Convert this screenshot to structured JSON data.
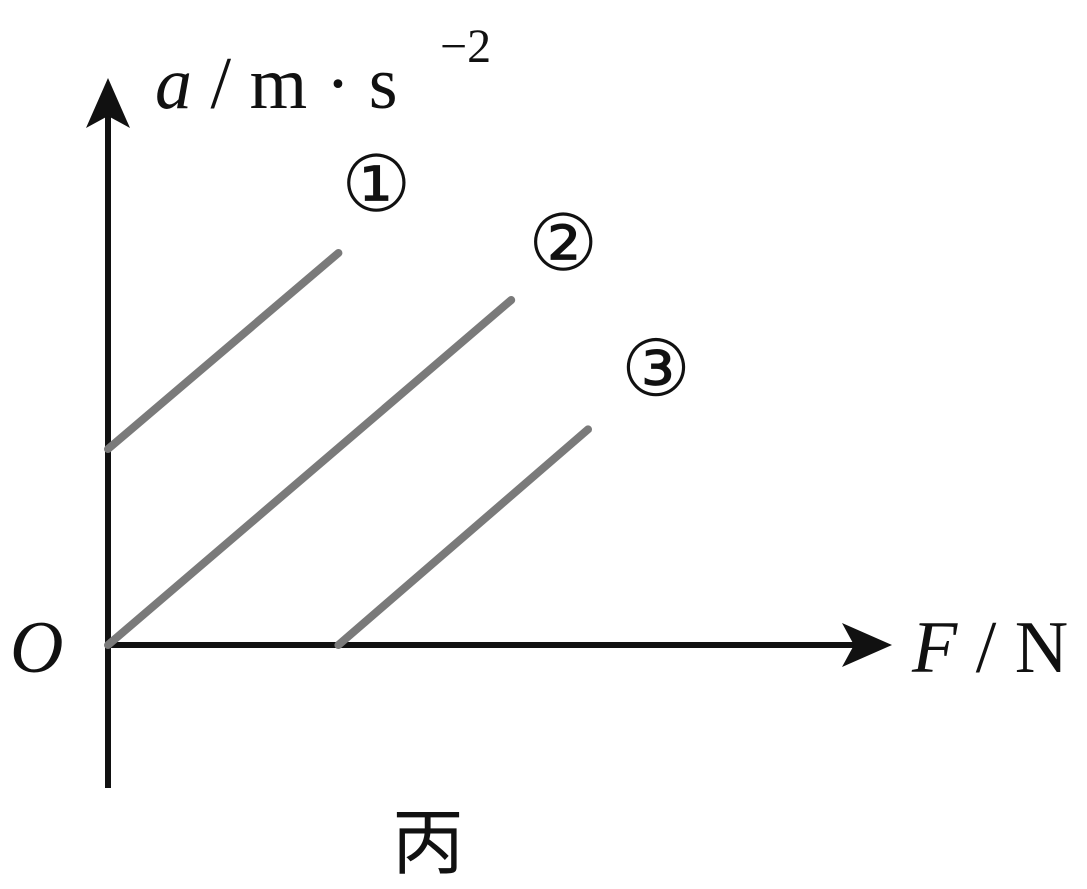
{
  "figure_caption": "丙",
  "chart_data": {
    "type": "line",
    "ylabel": {
      "symbol": "a",
      "unit_base": "m · s",
      "unit_exp": "−2"
    },
    "xlabel": {
      "symbol": "F",
      "unit": "N"
    },
    "origin_label": "O",
    "x_axis_arrow": true,
    "y_axis_arrow": true,
    "ticks": "none",
    "grid": false,
    "series": [
      {
        "name": "①",
        "points": [
          [
            0,
            1.0
          ],
          [
            1.2,
            2.0
          ]
        ]
      },
      {
        "name": "②",
        "points": [
          [
            0,
            0.0
          ],
          [
            2.1,
            1.76
          ]
        ]
      },
      {
        "name": "③",
        "points": [
          [
            1.2,
            0.0
          ],
          [
            2.5,
            1.1
          ]
        ]
      }
    ],
    "xlim": [
      0,
      4
    ],
    "ylim": [
      0,
      2.8
    ],
    "colors": {
      "axis": "#111111",
      "series": "#7a7a7a"
    }
  }
}
